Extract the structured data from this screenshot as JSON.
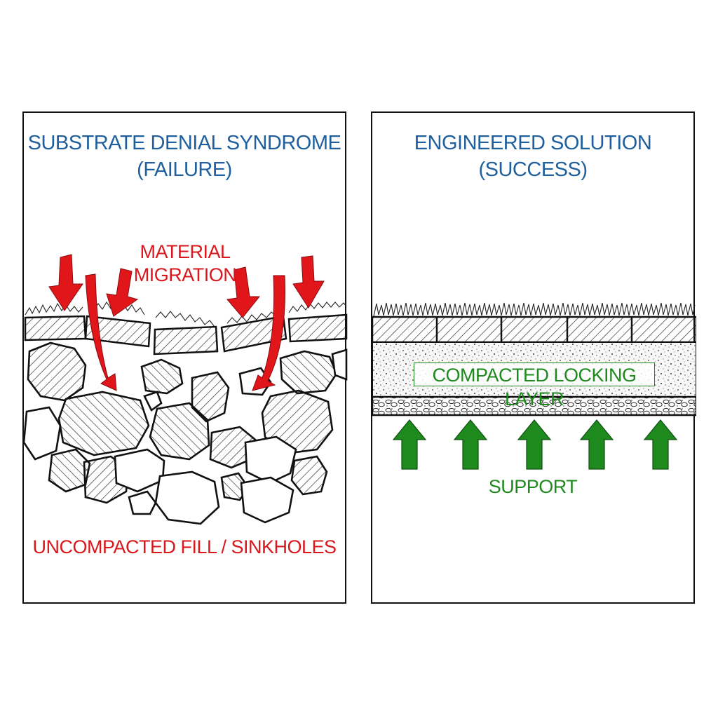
{
  "left_panel": {
    "title_line1": "SUBSTRATE DENIAL SYNDROME",
    "title_line2": "(FAILURE)",
    "migration_line1": "MATERIAL",
    "migration_line2": "MIGRATION",
    "bottom_label": "UNCOMPACTED FILL / SINKHOLES",
    "arrow_color": "#e0161b"
  },
  "right_panel": {
    "title_line1": "ENGINEERED SOLUTION",
    "title_line2": "(SUCCESS)",
    "layer_label": "COMPACTED LOCKING LAYER",
    "support_label": "SUPPORT",
    "arrow_color": "#1e8a1e",
    "support_arrow_count": 5
  },
  "colors": {
    "title": "#1f5f9e",
    "failure": "#d9171c",
    "success": "#1e8a1e",
    "outline": "#111111"
  }
}
